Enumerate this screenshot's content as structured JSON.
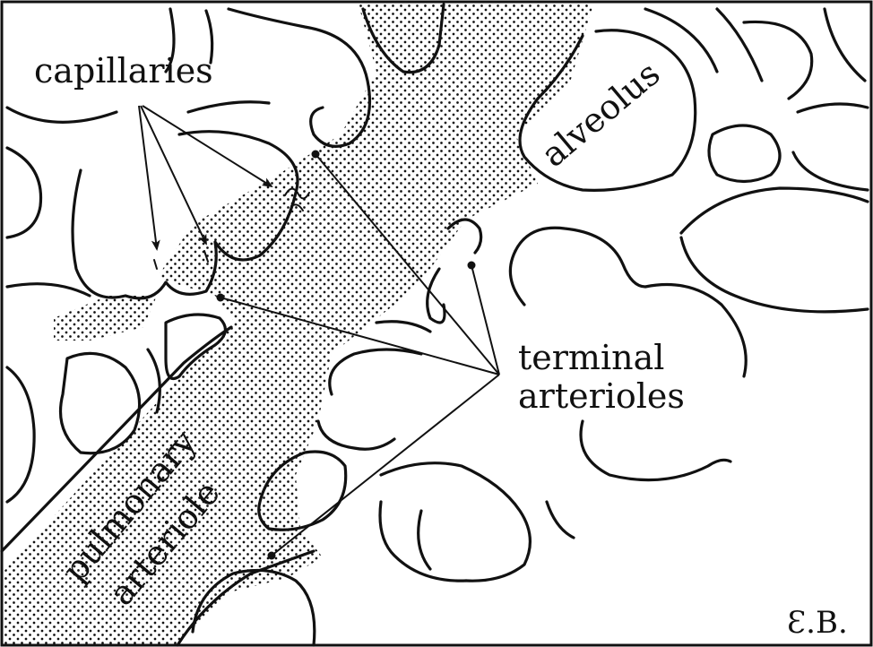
{
  "labels": {
    "capillaries": "capillaries",
    "alveolus": "alveolus",
    "terminal_line1": "terminal",
    "terminal_line2": "arterioles",
    "pulmonary_line1": "pulmonary",
    "pulmonary_line2": "arteriole",
    "signature": "Ɛ.B."
  },
  "colors": {
    "ink": "#111111",
    "paper": "#ffffff"
  }
}
